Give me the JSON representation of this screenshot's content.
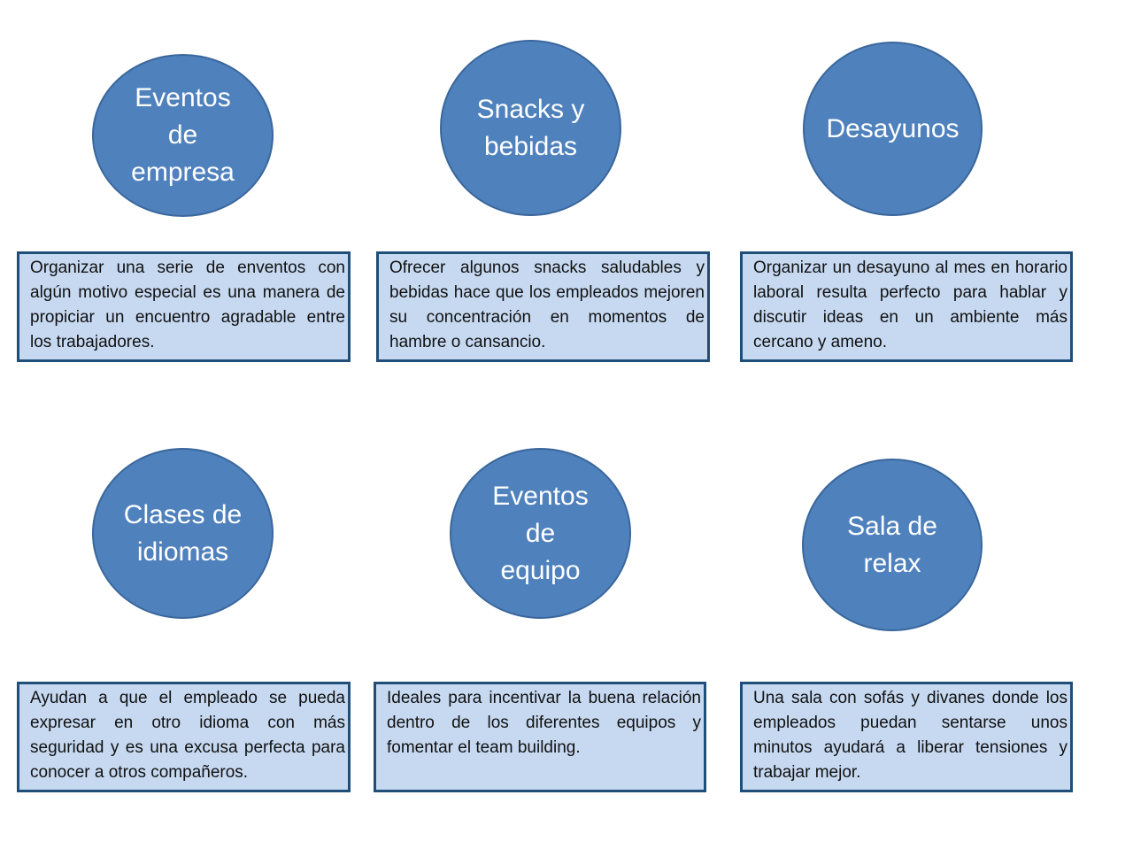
{
  "items": [
    {
      "title": "Eventos\nde\nempresa",
      "text": "Organizar una serie de enventos con algún motivo especial es una manera de propiciar un encuentro agradable entre los trabajadores."
    },
    {
      "title": "Snacks y\nbebidas",
      "text": "Ofrecer algunos snacks saludables y bebidas hace que los empleados mejoren su concentración en momentos de hambre o cansancio."
    },
    {
      "title": "Desayunos",
      "text": "Organizar un desayuno al mes en horario laboral resulta perfecto para hablar y discutir ideas en un ambiente más cercano y ameno."
    },
    {
      "title": "Clases de\nidiomas",
      "text": "Ayudan a que el empleado se pueda expresar en otro idioma con más seguridad y es una excusa perfecta para conocer a otros compañeros."
    },
    {
      "title": "Eventos\nde\nequipo",
      "text": "Ideales para incentivar la buena relación dentro de los diferentes equipos y fomentar el team building."
    },
    {
      "title": "Sala de\nrelax",
      "text": "Una sala con sofás y divanes donde los empleados puedan sentarse unos minutos ayudará a liberar tensiones y trabajar mejor."
    }
  ],
  "colors": {
    "circle_fill": "#4f81bd",
    "box_fill": "#c6d9f1",
    "box_border": "#1f4e79"
  }
}
